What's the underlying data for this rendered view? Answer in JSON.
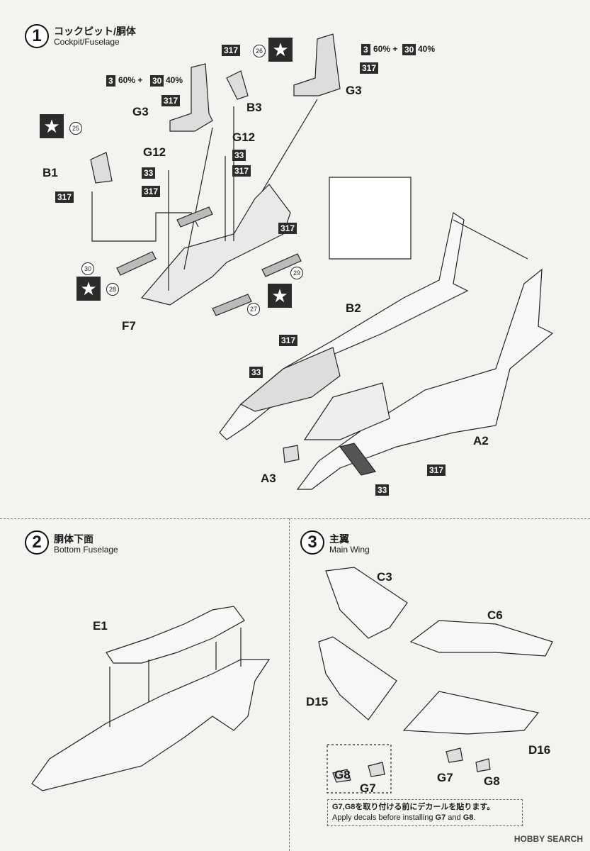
{
  "steps": [
    {
      "number": "1",
      "title_jp": "コックピット/胴体",
      "title_en": "Cockpit/Fuselage"
    },
    {
      "number": "2",
      "title_jp": "胴体下面",
      "title_en": "Bottom Fuselage"
    },
    {
      "number": "3",
      "title_jp": "主翼",
      "title_en": "Main Wing"
    }
  ],
  "paint_codes": {
    "c3": "3",
    "c30": "30",
    "c317": "317",
    "c33": "33",
    "mix_tail": "60% + ",
    "mix_tail2": "40%"
  },
  "part_labels": {
    "g3": "G3",
    "b3": "B3",
    "g12": "G12",
    "b1": "B1",
    "f7": "F7",
    "b2": "B2",
    "a2": "A2",
    "a3": "A3",
    "e1": "E1",
    "c3": "C3",
    "c6": "C6",
    "d15": "D15",
    "d16": "D16",
    "g7": "G7",
    "g8": "G8"
  },
  "decals": {
    "d25": "25",
    "d26": "26",
    "d27": "27",
    "d28": "28",
    "d29": "29",
    "d30": "30"
  },
  "star": "★",
  "note": {
    "jp": "G7,G8を取り付ける前にデカールを貼ります。",
    "en_prefix": "Apply decals before installing ",
    "en_g7": "G7",
    "en_and": " and ",
    "en_g8": "G8",
    "en_suffix": "."
  },
  "watermark": "HOBBY SEARCH"
}
